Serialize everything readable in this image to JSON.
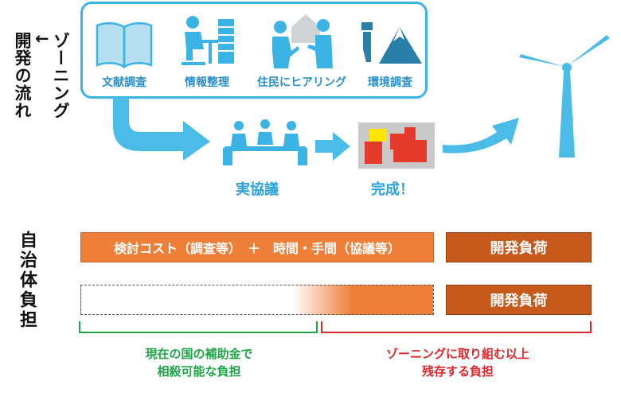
{
  "flow": {
    "vertical_title": "ゾーニング\n↓\n開発の流れ",
    "survey_items": [
      {
        "label": "文献調査",
        "icon": "open-book-icon"
      },
      {
        "label": "情報整理",
        "icon": "person-at-desk-icon"
      },
      {
        "label": "住民にヒアリング",
        "icon": "people-talking-icon"
      },
      {
        "label": "環境調査",
        "icon": "binoculars-mountain-icon"
      }
    ],
    "consultation": {
      "label": "実協議",
      "icon": "meeting-table-icon"
    },
    "completion": {
      "label": "完成！",
      "icon": "zoning-map-icon"
    },
    "end_icon": "wind-turbine-icon",
    "colors": {
      "accent": "#3bb4e5",
      "label": "#2a8fcc"
    }
  },
  "burden": {
    "vertical_title": "自治体負担",
    "row1": {
      "main_bar": "検討コスト（調査等）　＋　時間・手間（協議等）",
      "dev_bar": "開発負荷"
    },
    "row2": {
      "dev_bar": "開発負荷"
    },
    "notes": {
      "green": [
        "現在の国の補助金で",
        "相殺可能な負担"
      ],
      "red": [
        "ゾーニングに取り組む以上",
        "残存する負担"
      ]
    },
    "colors": {
      "bar": "#ee7f39",
      "dev": "#c65a1c",
      "green": "#1ea548",
      "red": "#e0262a"
    }
  }
}
